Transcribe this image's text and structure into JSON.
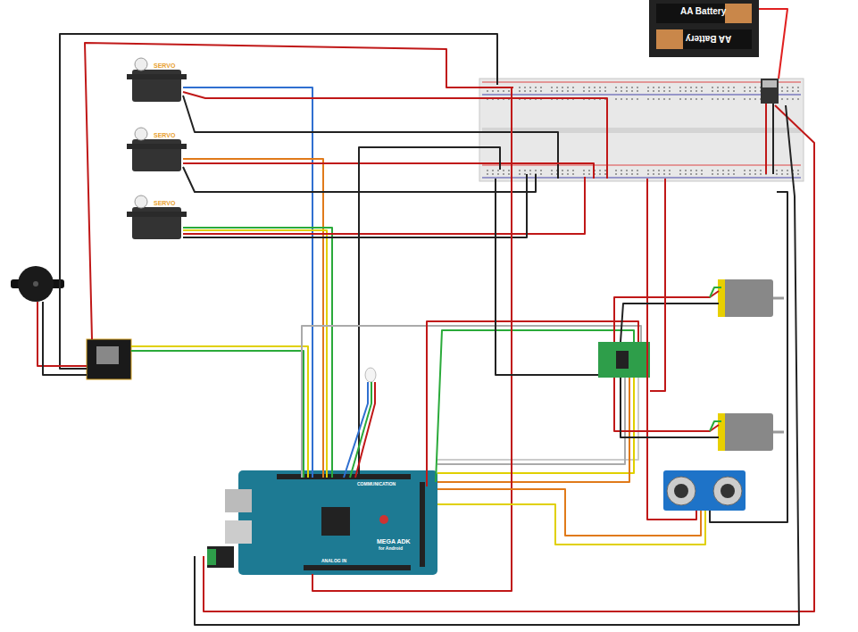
{
  "diagram": {
    "labels": [
      "AA Battery",
      "AA Battery",
      "SERVO",
      "SERVO",
      "SERVO",
      "COMMUNICATION",
      "MEGA ADK",
      "for Android",
      "ANALOG IN"
    ]
  }
}
